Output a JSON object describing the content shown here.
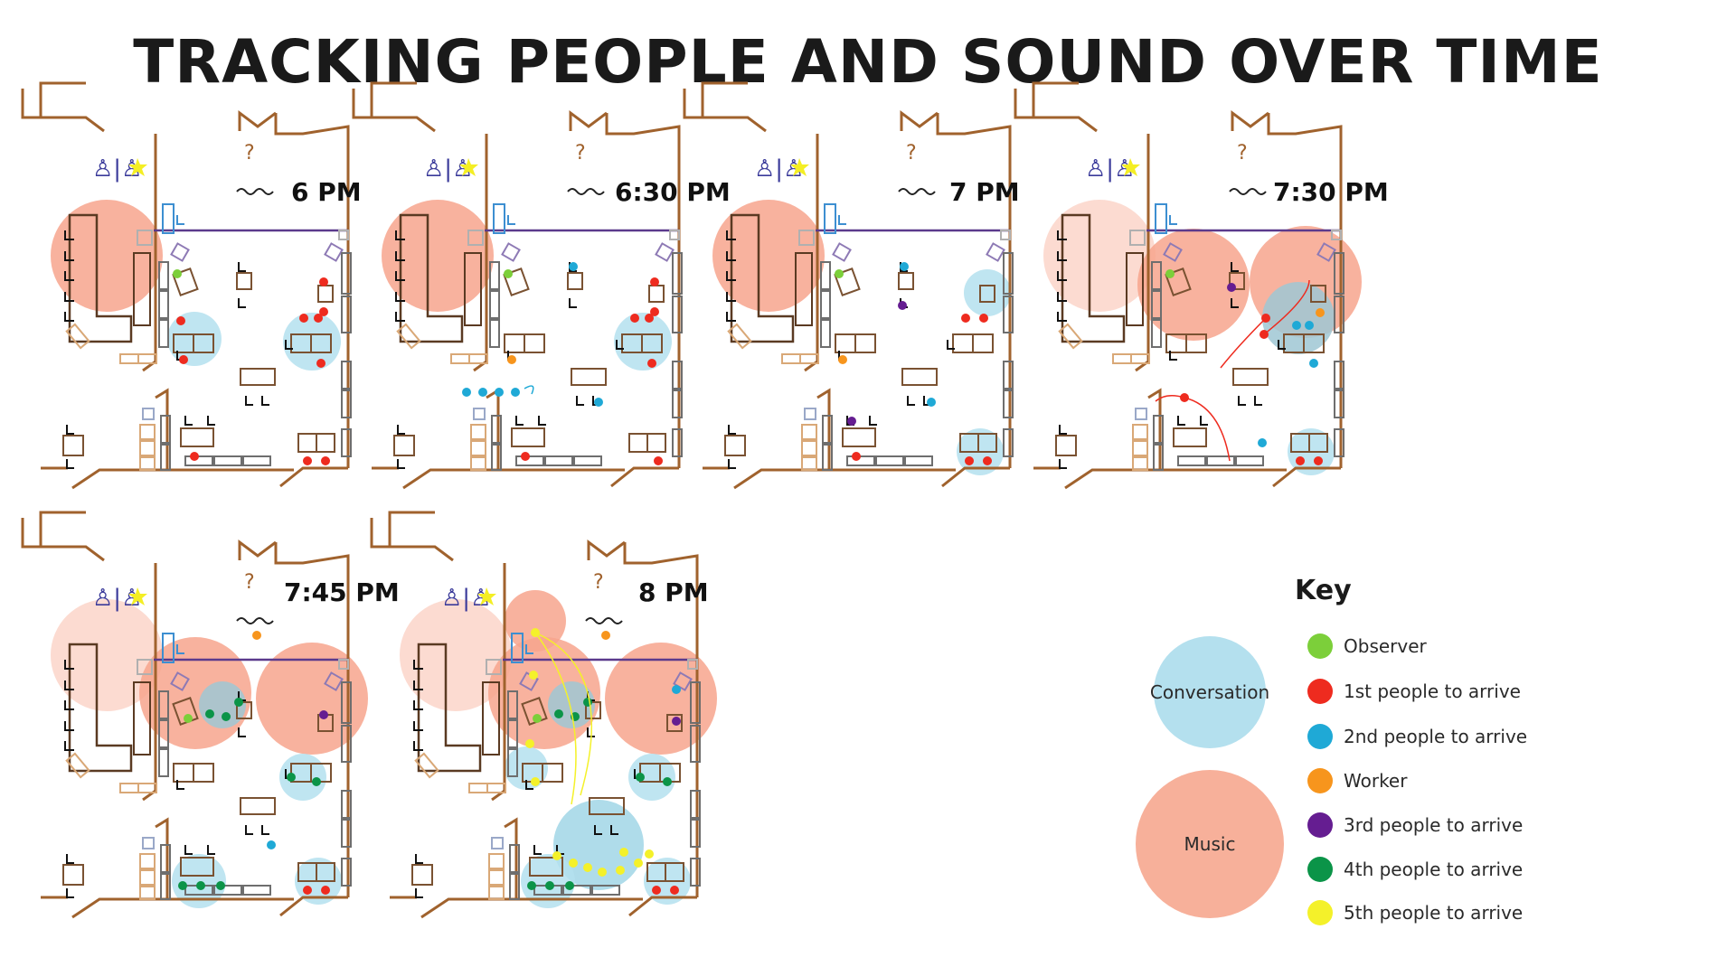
{
  "title": "TRACKING PEOPLE AND SOUND OVER TIME",
  "panels": [
    {
      "time": "6 PM"
    },
    {
      "time": "6:30 PM"
    },
    {
      "time": "7 PM"
    },
    {
      "time": "7:30 PM"
    },
    {
      "time": "7:45 PM"
    },
    {
      "time": "8 PM"
    }
  ],
  "legend": {
    "title": "Key",
    "conversation": {
      "label": "Conversation",
      "color": "#b4e0ee"
    },
    "music": {
      "label": "Music",
      "color": "#f7b09a"
    },
    "items": [
      {
        "label": "Observer",
        "color": "#7ccf3a"
      },
      {
        "label": "1st people to arrive",
        "color": "#ee2b1f"
      },
      {
        "label": "2nd people to arrive",
        "color": "#1fa9d6"
      },
      {
        "label": "Worker",
        "color": "#f7951d"
      },
      {
        "label": "3rd people to arrive",
        "color": "#651d91"
      },
      {
        "label": "4th people to arrive",
        "color": "#0b9448"
      },
      {
        "label": "5th people to arrive",
        "color": "#f4f12a"
      }
    ]
  },
  "colors": {
    "wall": "#a0622d",
    "furniture": "#7a5232",
    "shelf": "#6e6e6e",
    "bar": "#5a3a22",
    "divider": "#5b3a8c",
    "restroom_icon": "#3a3a9a",
    "star": "#f4ee24",
    "fridge": "#3d8fd1"
  }
}
